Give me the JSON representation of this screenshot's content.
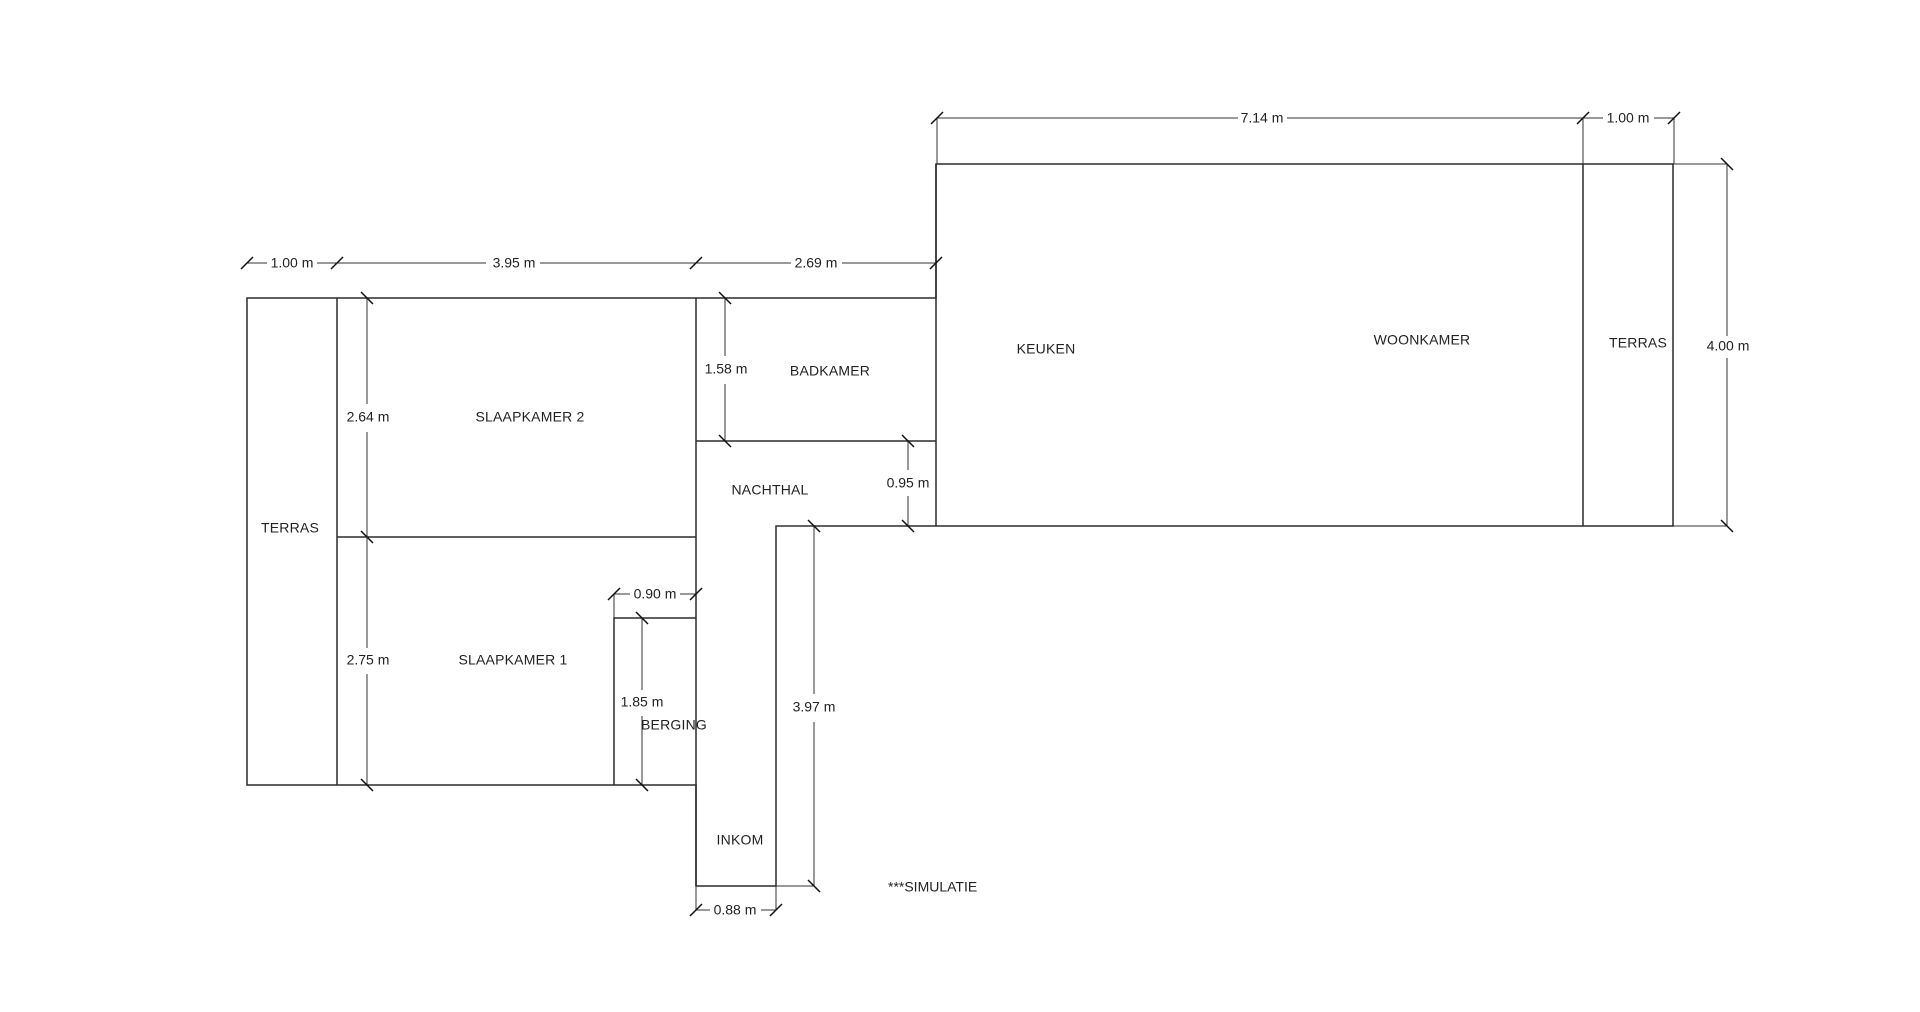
{
  "rooms": {
    "terras_left": "TERRAS",
    "slaapkamer2": "SLAAPKAMER 2",
    "slaapkamer1": "SLAAPKAMER 1",
    "berging": "BERGING",
    "badkamer": "BADKAMER",
    "nachthal": "NACHTHAL",
    "inkom": "INKOM",
    "keuken": "KEUKEN",
    "woonkamer": "WOONKAMER",
    "terras_right": "TERRAS"
  },
  "dimensions": {
    "top_woonkamer": "7.14 m",
    "top_terras_right": "1.00 m",
    "top_terras_left": "1.00 m",
    "top_slaapkamer": "3.95 m",
    "top_badkamer": "2.69 m",
    "right_height": "4.00 m",
    "badkamer_height": "1.58 m",
    "slaapkamer2_height": "2.64 m",
    "slaapkamer1_height": "2.75 m",
    "nachthal_height": "0.95 m",
    "berging_width": "0.90 m",
    "berging_height": "1.85 m",
    "inkom_height": "3.97 m",
    "inkom_width": "0.88 m"
  },
  "note": "***SIMULATIE"
}
